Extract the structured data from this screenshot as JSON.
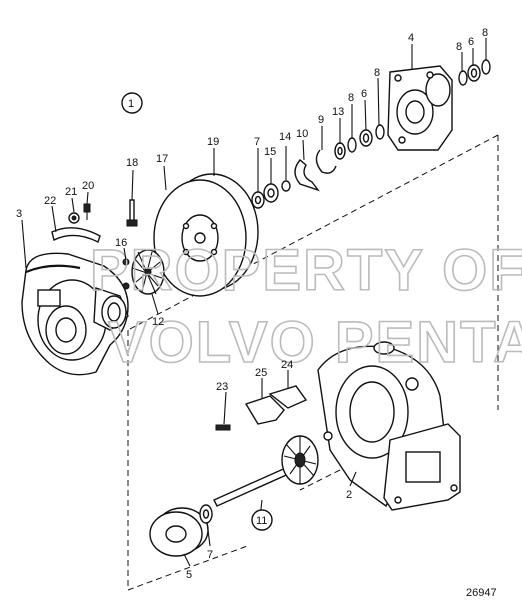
{
  "diagram": {
    "watermark": [
      "PROPERTY OF",
      "VOLVO PENTA"
    ],
    "drawing_number": "26947",
    "group_callout": "1",
    "callouts": {
      "c1": "1",
      "c2": "2",
      "c3": "3",
      "c4": "4",
      "c5": "5",
      "c6a": "6",
      "c6b": "6",
      "c7a": "7",
      "c7b": "7",
      "c8a": "8",
      "c8b": "8",
      "c8c": "8",
      "c8d": "8",
      "c9": "9",
      "c10": "10",
      "c11": "11",
      "c12": "12",
      "c13": "13",
      "c14": "14",
      "c15": "15",
      "c16": "16",
      "c17": "17",
      "c18": "18",
      "c19": "19",
      "c20": "20",
      "c21": "21",
      "c22": "22",
      "c23": "23",
      "c24": "24",
      "c25": "25"
    },
    "colors": {
      "ink": "#111111",
      "watermark": "#bbbbbb",
      "background": "#ffffff"
    }
  }
}
